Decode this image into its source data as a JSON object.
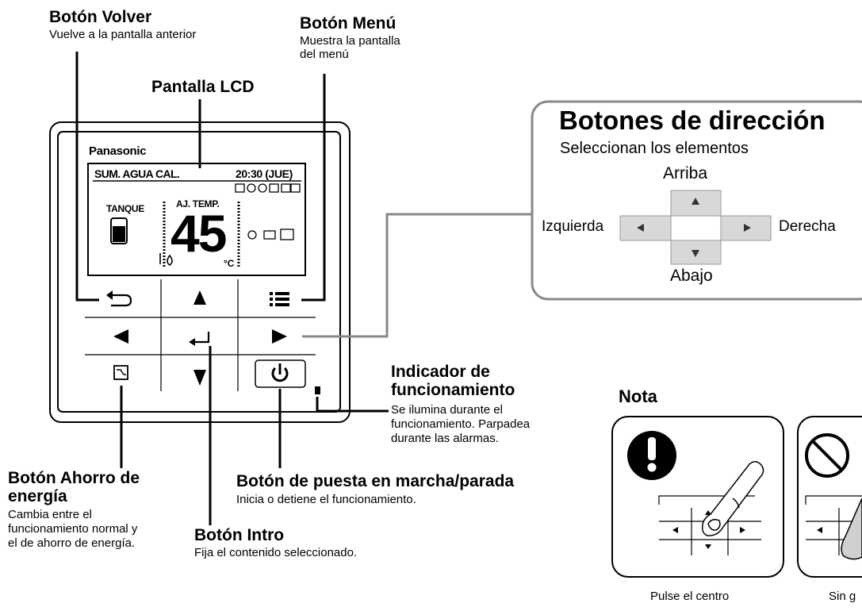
{
  "labels": {
    "volver_title": "Botón Volver",
    "volver_desc": "Vuelve a la pantalla anterior",
    "menu_title": "Botón Menú",
    "menu_desc_1": "Muestra la pantalla",
    "menu_desc_2": "del menú",
    "lcd_title": "Pantalla LCD",
    "indicador_title_1": "Indicador de",
    "indicador_title_2": "funcionamiento",
    "indicador_desc_1": "Se ilumina durante el",
    "indicador_desc_2": "funcionamiento. Parpadea",
    "indicador_desc_3": "durante las alarmas.",
    "ahorro_title_1": "Botón Ahorro de",
    "ahorro_title_2": "energía",
    "ahorro_desc_1": "Cambia entre el",
    "ahorro_desc_2": "funcionamiento normal y",
    "ahorro_desc_3": "el de ahorro de energía.",
    "marcha_title": "Botón de puesta en marcha/parada",
    "marcha_desc": "Inicia o detiene el funcionamiento.",
    "intro_title": "Botón Intro",
    "intro_desc": "Fija el contenido seleccionado."
  },
  "lcd": {
    "brand": "Panasonic",
    "mode": "SUM. AGUA CAL.",
    "clock": "20:30 (JUE)",
    "tank_label": "TANQUE",
    "temp_label": "AJ. TEMP.",
    "temp_value": "45",
    "temp_unit": "°C"
  },
  "direction_box": {
    "title": "Botones de dirección",
    "subtitle": "Seleccionan los elementos",
    "up": "Arriba",
    "down": "Abajo",
    "left": "Izquierda",
    "right": "Derecha"
  },
  "note": {
    "title": "Nota",
    "caption_1": "Pulse el centro",
    "caption_2": "Sin g"
  },
  "icons": {
    "back": "back-arrow-icon",
    "menu": "menu-list-icon",
    "enter": "enter-return-icon",
    "power": "power-icon",
    "energy": "energy-save-icon"
  },
  "colors": {
    "callout_gray": "#888888",
    "arrow_cell": "#d8d8d8"
  }
}
